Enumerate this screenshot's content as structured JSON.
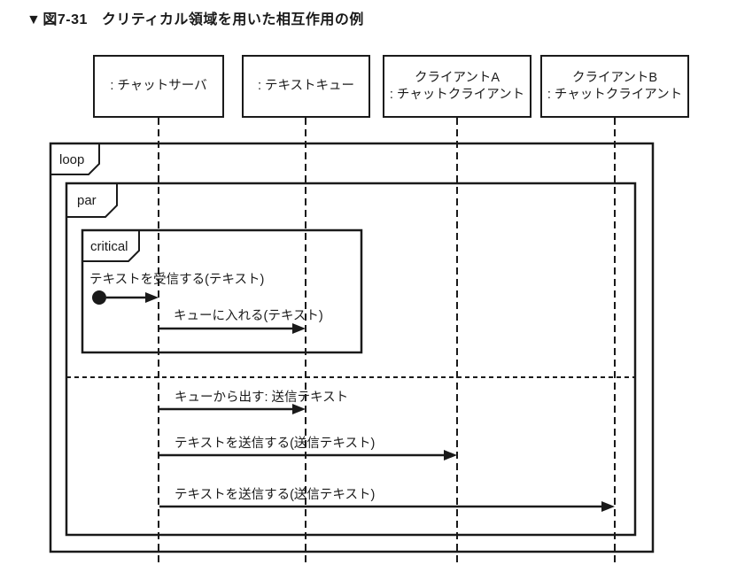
{
  "figure": {
    "marker": "▼",
    "number": "図7-31",
    "title": "クリティカル領域を用いた相互作用の例"
  },
  "diagram": {
    "type": "uml-sequence-diagram",
    "lifelines": [
      {
        "label": ": チャットサーバ"
      },
      {
        "label": ": テキストキュー"
      },
      {
        "label": "クライアントA\n: チャットクライアント"
      },
      {
        "label": "クライアントB\n: チャットクライアント"
      }
    ],
    "fragments": [
      {
        "operator": "loop"
      },
      {
        "operator": "par"
      },
      {
        "operator": "critical"
      }
    ],
    "messages": [
      {
        "text": "テキストを受信する(テキスト)",
        "from": "found",
        "to": "チャットサーバ"
      },
      {
        "text": "キューに入れる(テキスト)",
        "from": "チャットサーバ",
        "to": "テキストキュー"
      },
      {
        "text": "キューから出す: 送信テキスト",
        "from": "チャットサーバ",
        "to": "テキストキュー"
      },
      {
        "text": "テキストを送信する(送信テキスト)",
        "from": "チャットサーバ",
        "to": "クライアントA"
      },
      {
        "text": "テキストを送信する(送信テキスト)",
        "from": "チャットサーバ",
        "to": "クライアントB"
      }
    ]
  },
  "colors": {
    "line": "#1a1a1a",
    "background": "#ffffff",
    "text": "#1a1a1a"
  }
}
